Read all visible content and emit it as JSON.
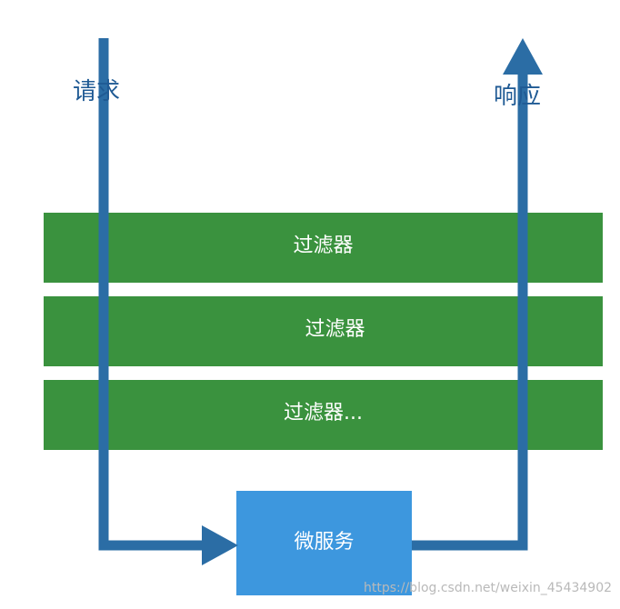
{
  "diagram": {
    "request_label": "请求",
    "response_label": "响应",
    "filters": [
      {
        "label": "过滤器"
      },
      {
        "label": "过滤器"
      },
      {
        "label": "过滤器..."
      }
    ],
    "service_label": "微服务",
    "watermark": "https://blog.csdn.net/weixin_45434902"
  },
  "colors": {
    "filter_green": "#3a923e",
    "service_blue": "#3d97de",
    "arrow_blue": "#2b6da5",
    "label_blue": "#1f5a94",
    "watermark_gray": "#b9b9b9"
  }
}
